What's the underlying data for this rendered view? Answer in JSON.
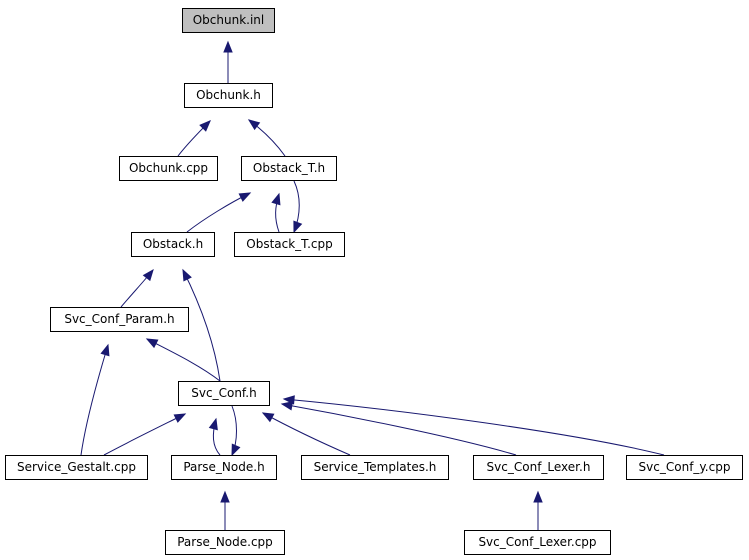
{
  "graph": {
    "colors": {
      "edge": "#191970",
      "root_fill": "#bfbfbf",
      "node_fill": "#ffffff",
      "node_border": "#000000"
    },
    "nodes": {
      "obchunk_inl": "Obchunk.inl",
      "obchunk_h": "Obchunk.h",
      "obchunk_cpp": "Obchunk.cpp",
      "obstack_t_h": "Obstack_T.h",
      "obstack_h": "Obstack.h",
      "obstack_t_cpp": "Obstack_T.cpp",
      "svc_conf_param_h": "Svc_Conf_Param.h",
      "svc_conf_h": "Svc_Conf.h",
      "service_gestalt_cpp": "Service_Gestalt.cpp",
      "parse_node_h": "Parse_Node.h",
      "service_templates_h": "Service_Templates.h",
      "svc_conf_lexer_h": "Svc_Conf_Lexer.h",
      "svc_conf_y_cpp": "Svc_Conf_y.cpp",
      "parse_node_cpp": "Parse_Node.cpp",
      "svc_conf_lexer_cpp": "Svc_Conf_Lexer.cpp"
    },
    "edges": [
      {
        "from": "obchunk_h",
        "to": "obchunk_inl"
      },
      {
        "from": "obchunk_cpp",
        "to": "obchunk_h"
      },
      {
        "from": "obstack_t_h",
        "to": "obchunk_h"
      },
      {
        "from": "obstack_h",
        "to": "obstack_t_h"
      },
      {
        "from": "obstack_t_cpp",
        "to": "obstack_t_h"
      },
      {
        "from": "obstack_t_h",
        "to": "obstack_t_cpp"
      },
      {
        "from": "svc_conf_param_h",
        "to": "obstack_h"
      },
      {
        "from": "svc_conf_h",
        "to": "obstack_h"
      },
      {
        "from": "svc_conf_h",
        "to": "svc_conf_param_h"
      },
      {
        "from": "service_gestalt_cpp",
        "to": "svc_conf_param_h"
      },
      {
        "from": "service_gestalt_cpp",
        "to": "svc_conf_h"
      },
      {
        "from": "parse_node_h",
        "to": "svc_conf_h"
      },
      {
        "from": "svc_conf_h",
        "to": "parse_node_h"
      },
      {
        "from": "service_templates_h",
        "to": "svc_conf_h"
      },
      {
        "from": "svc_conf_lexer_h",
        "to": "svc_conf_h"
      },
      {
        "from": "svc_conf_y_cpp",
        "to": "svc_conf_h"
      },
      {
        "from": "parse_node_cpp",
        "to": "parse_node_h"
      },
      {
        "from": "svc_conf_lexer_cpp",
        "to": "svc_conf_lexer_h"
      }
    ]
  }
}
